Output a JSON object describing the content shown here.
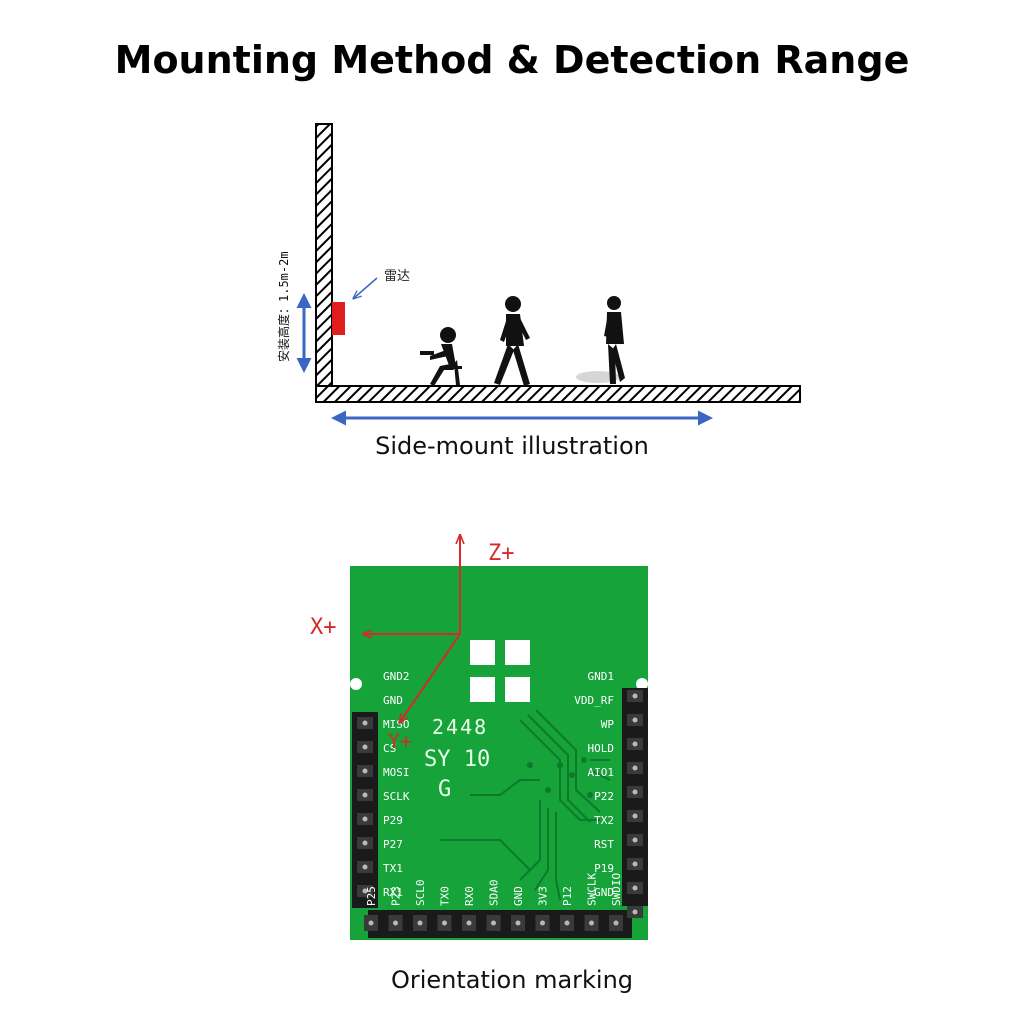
{
  "title": "Mounting Method & Detection Range",
  "side_mount": {
    "caption": "Side-mount illustration",
    "height_label": "安装高度：1.5m-2m",
    "radar_label": "雷达"
  },
  "orientation": {
    "caption": "Orientation marking",
    "axis_z": "Z+",
    "axis_x": "X+",
    "axis_y": "Y+",
    "chip_line1": "SY 10",
    "chip_line2": "G",
    "chip_code": "2448",
    "left_pins": [
      "GND2",
      "GND",
      "MISO",
      "CS",
      "MOSI",
      "SCLK",
      "P29",
      "P27",
      "TX1",
      "RX1"
    ],
    "bottom_pins": [
      "P25",
      "P23",
      "SCL0",
      "TX0",
      "RX0",
      "SDA0",
      "GND",
      "3V3",
      "P12",
      "SWCLK",
      "SWDIO"
    ],
    "right_pins": [
      "GND1",
      "VDD_RF",
      "WP",
      "HOLD",
      "AIO1",
      "P22",
      "TX2",
      "RST",
      "P19",
      "GND"
    ]
  },
  "colors": {
    "pcb": "#15a33a",
    "axis": "#d42a2a",
    "arrow_blue": "#3a66c4",
    "radar": "#e01c1c"
  }
}
